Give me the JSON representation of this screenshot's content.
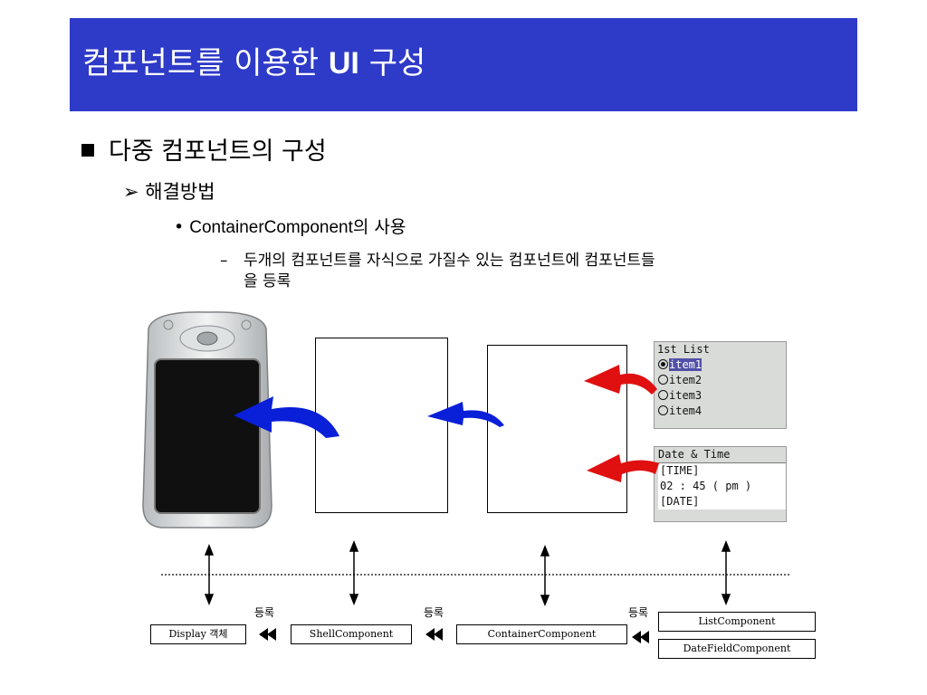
{
  "slide": {
    "title_korean": "컴포넌트를 이용한",
    "title_bold": "UI",
    "title_suffix": "구성",
    "bullet1": "다중 컴포넌트의 구성",
    "bullet2_marker": "➢",
    "bullet2": "해결방법",
    "bullet3_marker": "•",
    "bullet3_en": "ContainerComponent",
    "bullet3_ko": "의 사용",
    "bullet4_marker": "–",
    "bullet4_line1": "두개의 컴포넌트를 자식으로 가질수 있는 컴포넌트에 컴포넌트들",
    "bullet4_line2": "을 등록"
  },
  "list_widget": {
    "header": "1st List",
    "items": [
      "item1",
      "item2",
      "item3",
      "item4"
    ],
    "selected_item": "item1"
  },
  "date_widget": {
    "header": "Date & Time",
    "lines": [
      "[TIME]",
      "02 : 45 ( pm )",
      "[DATE]"
    ]
  },
  "components": {
    "display": "Display 객체",
    "shell": "ShellComponent",
    "container": "ContainerComponent",
    "list": "ListComponent",
    "datefield": "DateFieldComponent"
  },
  "register_label": "등록",
  "colors": {
    "title_bg": "#2e3ac8",
    "blue_arrow": "#0a1fd8",
    "red_arrow": "#e01010"
  }
}
